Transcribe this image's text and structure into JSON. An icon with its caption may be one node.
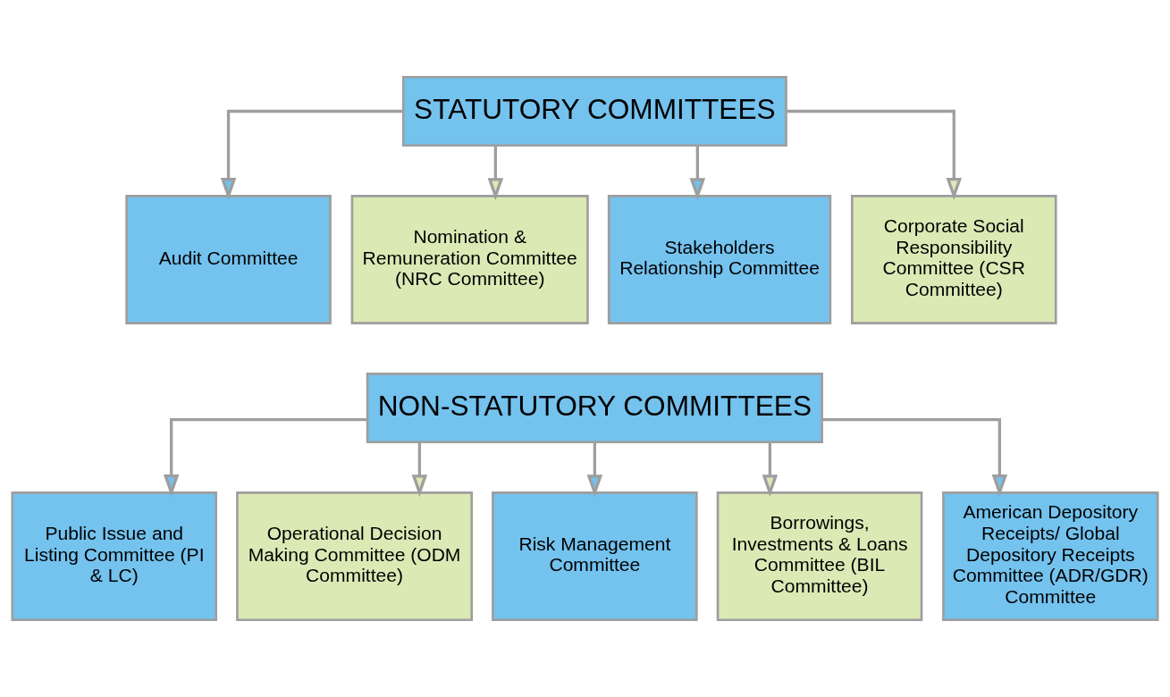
{
  "diagram": {
    "nodes": [
      {
        "text": [
          "STATUTORY COMMITTEES"
        ]
      },
      {
        "text": [
          "Audit Committee"
        ]
      },
      {
        "text": [
          "Nomination & Remuneration Committee (NRC Committee)"
        ]
      },
      {
        "text": [
          "Stakeholders Relationship Committee"
        ]
      },
      {
        "text": [
          "Corporate Social Responsibility Committee (CSR Committee)"
        ]
      },
      {
        "text": [
          "NON-STATUTORY COMMITTEES"
        ]
      },
      {
        "text": [
          "Public Issue and Listing Committee (PI & LC)"
        ]
      },
      {
        "text": [
          "Operational Decision Making Committee (ODM Committee)"
        ]
      },
      {
        "text": [
          "Risk Management Committee"
        ]
      },
      {
        "text": [
          "Borrowings, Investments & Loans Committee (BIL Committee)"
        ]
      },
      {
        "text": [
          "American Depository Receipts/ Global Depository Receipts Committee (ADR/GDR) Committee"
        ]
      }
    ],
    "edges": [
      {
        "from": 0,
        "to": 1,
        "arrow": "to"
      },
      {
        "from": 0,
        "to": 2,
        "arrow": "to"
      },
      {
        "from": 0,
        "to": 3,
        "arrow": "to"
      },
      {
        "from": 0,
        "to": 4,
        "arrow": "to"
      },
      {
        "from": 5,
        "to": 6,
        "arrow": "to"
      },
      {
        "from": 5,
        "to": 7,
        "arrow": "to"
      },
      {
        "from": 5,
        "to": 8,
        "arrow": "to"
      },
      {
        "from": 5,
        "to": 9,
        "arrow": "to"
      },
      {
        "from": 5,
        "to": 10,
        "arrow": "to"
      }
    ]
  }
}
